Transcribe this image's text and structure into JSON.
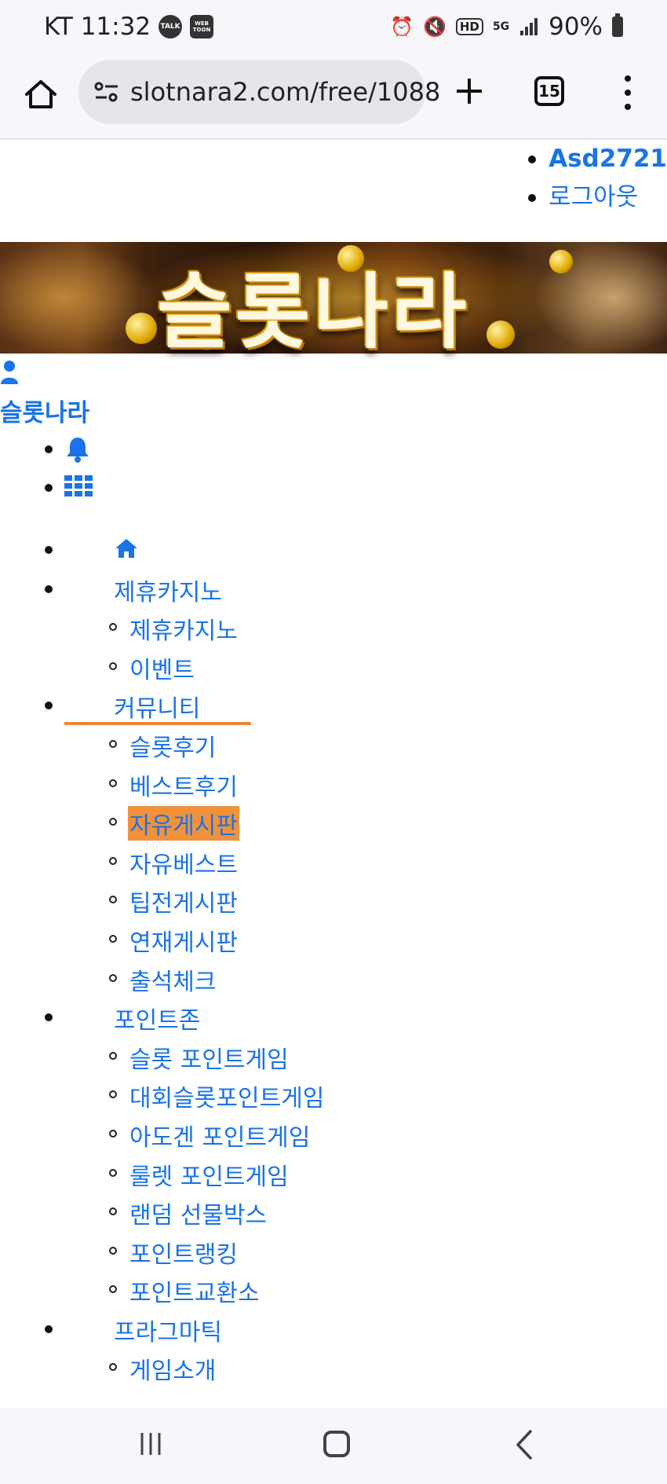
{
  "status_bar": {
    "carrier_time": "KT 11:32",
    "badge_talk": "TALK",
    "badge_webtoon": "WEB TOON",
    "battery": "90%",
    "hd_label": "HD",
    "network": "5G"
  },
  "browser": {
    "url": "slotnara2.com/free/1088",
    "tab_count": "15"
  },
  "user_menu": {
    "username": "Asd2721",
    "logout": "로그아웃"
  },
  "banner": {
    "title": "슬롯나라"
  },
  "site_title": "슬롯나라",
  "nav": {
    "partner_casino": "제휴카지노",
    "partner_casino_sub": "제휴카지노",
    "event": "이벤트",
    "community": "커뮤니티",
    "slot_review": "슬롯후기",
    "best_review": "베스트후기",
    "free_board": "자유게시판",
    "free_best": "자유베스트",
    "tip_board": "팁전게시판",
    "serial_board": "연재게시판",
    "attendance": "출석체크",
    "point_zone": "포인트존",
    "slot_point_game": "슬롯 포인트게임",
    "tournament_slot_point_game": "대회슬롯포인트게임",
    "adogen_point_game": "아도겐 포인트게임",
    "roulette_point_game": "룰렛 포인트게임",
    "random_gift_box": "랜덤 선물박스",
    "point_ranking": "포인트랭킹",
    "point_exchange": "포인트교환소",
    "pragmatic": "프라그마틱",
    "game_intro": "게임소개"
  },
  "colors": {
    "link": "#1a73e8",
    "active_highlight": "#f0923c",
    "active_underline": "#e8893a"
  }
}
